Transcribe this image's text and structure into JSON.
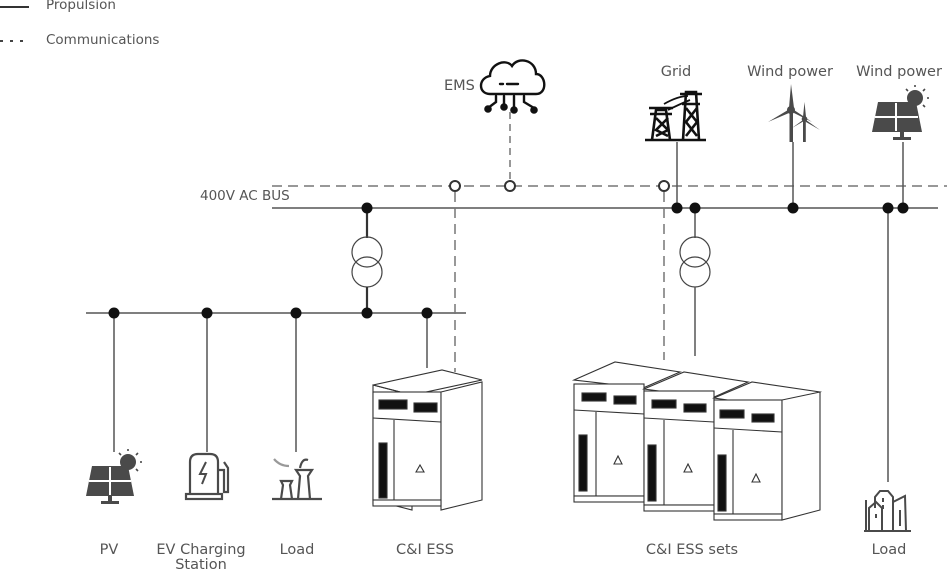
{
  "legend": {
    "items": [
      {
        "line_style": "solid",
        "label": "Propulsion"
      },
      {
        "line_style": "dashed",
        "label": "Communications"
      }
    ]
  },
  "bus": {
    "label": "400V AC BUS"
  },
  "top_nodes": {
    "ems": {
      "label": "EMS",
      "icon": "cloud-network-icon"
    },
    "grid": {
      "label": "Grid",
      "icon": "transmission-tower-icon"
    },
    "wind": {
      "label": "Wind power",
      "icon": "wind-turbine-icon"
    },
    "solar": {
      "label": "Wind power",
      "icon": "solar-panel-icon"
    }
  },
  "bottom_nodes": {
    "pv": {
      "label": "PV",
      "icon": "solar-panel-icon"
    },
    "ev": {
      "label_line1": "EV Charging",
      "label_line2": "Station",
      "icon": "ev-charger-icon"
    },
    "load1": {
      "label": "Load",
      "icon": "factory-icon"
    },
    "ci_ess": {
      "label": "C&I ESS",
      "icon": "ess-cabinet-icon"
    },
    "ci_ess_sets": {
      "label": "C&I ESS sets",
      "icon": "ess-cabinet-set-icon"
    },
    "load2": {
      "label": "Load",
      "icon": "buildings-icon"
    }
  },
  "colors": {
    "line": "#555555",
    "node": "#111111",
    "icon": "#4a4a4a"
  }
}
